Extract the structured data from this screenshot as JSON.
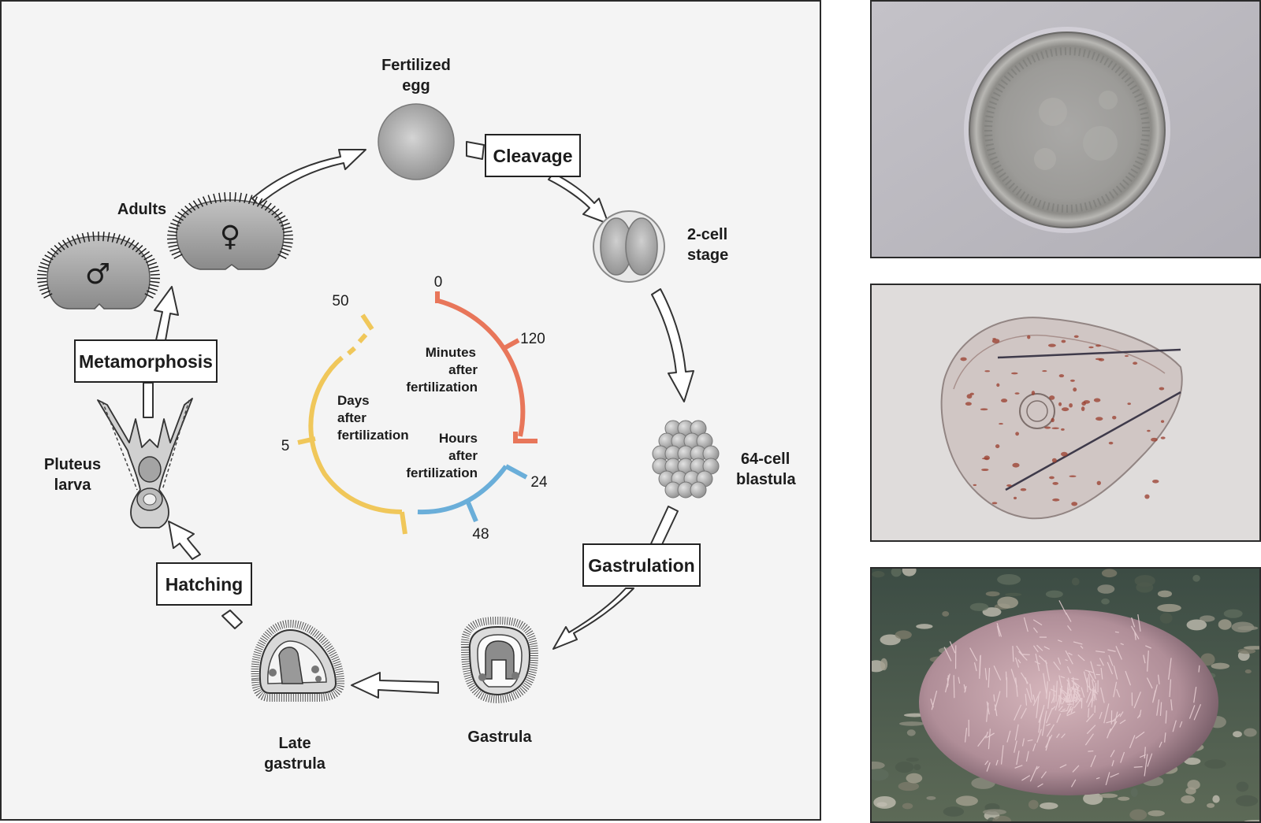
{
  "stages": {
    "fertilized_egg": [
      "Fertilized",
      "egg"
    ],
    "two_cell": [
      "2-cell",
      "stage"
    ],
    "blastula": [
      "64-cell",
      "blastula"
    ],
    "gastrula": [
      "Gastrula"
    ],
    "late_gastrula": [
      "Late",
      "gastrula"
    ],
    "pluteus": [
      "Pluteus",
      "larva"
    ],
    "adults": [
      "Adults"
    ]
  },
  "processes": {
    "cleavage": "Cleavage",
    "gastrulation": "Gastrulation",
    "hatching": "Hatching",
    "metamorphosis": "Metamorphosis"
  },
  "sex_symbols": {
    "male": "♂",
    "female": "♀"
  },
  "timescale": {
    "minutes": {
      "label": [
        "Minutes",
        "after",
        "fertilization"
      ],
      "ticks": [
        "0",
        "120"
      ],
      "color": "#e8765a"
    },
    "hours": {
      "label": [
        "Hours",
        "after",
        "fertilization"
      ],
      "ticks": [
        "24",
        "48"
      ],
      "color": "#6aaed9"
    },
    "days": {
      "label": [
        "Days",
        "after",
        "fertilization"
      ],
      "ticks": [
        "5",
        "50"
      ],
      "color": "#f0c75a"
    }
  },
  "photos": [
    {
      "subject": "fertilized egg micrograph"
    },
    {
      "subject": "pluteus larva micrograph"
    },
    {
      "subject": "adult sea urchin photograph"
    }
  ]
}
